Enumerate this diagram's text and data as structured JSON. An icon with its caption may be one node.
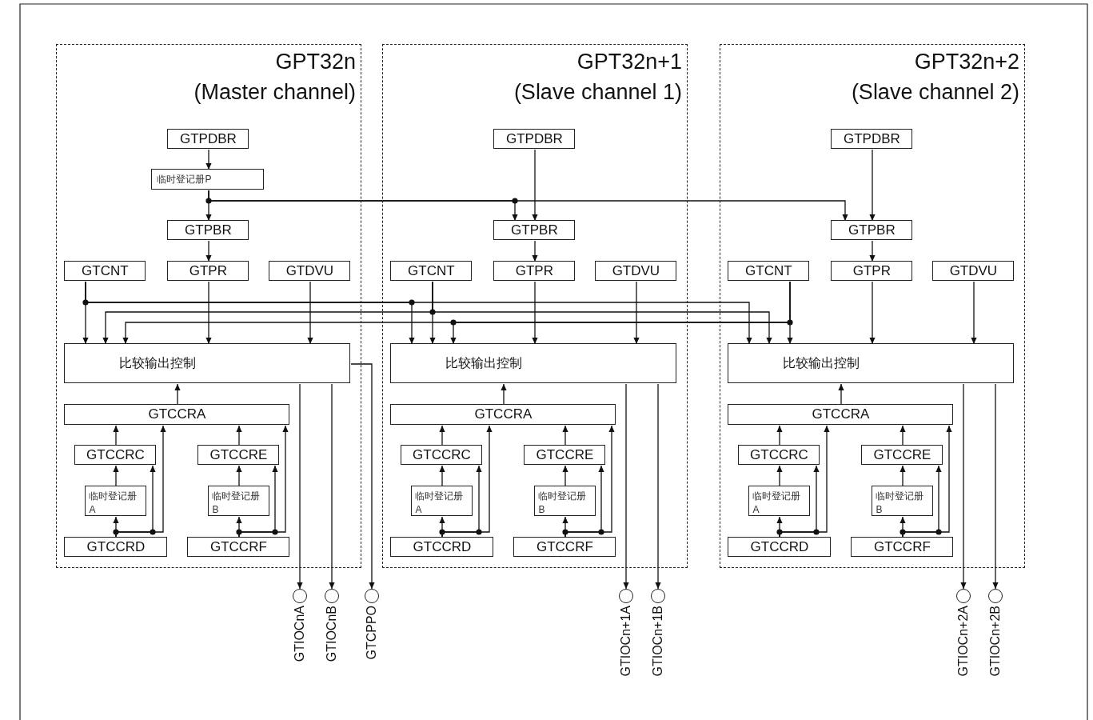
{
  "diagram": {
    "nodes": [
      {
        "text": [
          "GPT32n",
          "(Master channel)"
        ]
      },
      {
        "text": [
          "GTPDBR"
        ],
        "in": 0
      },
      {
        "text": [
          "临时登记册P"
        ],
        "in": 0
      },
      {
        "text": [
          "GTPBR"
        ],
        "in": 0
      },
      {
        "text": [
          "GTCNT"
        ],
        "in": 0
      },
      {
        "text": [
          "GTPR"
        ],
        "in": 0
      },
      {
        "text": [
          "GTDVU"
        ],
        "in": 0
      },
      {
        "text": [
          "比较输出控制"
        ],
        "in": 0
      },
      {
        "text": [
          "GTCCRA"
        ],
        "in": 0
      },
      {
        "text": [
          "GTCCRC"
        ],
        "in": 0
      },
      {
        "text": [
          "GTCCRE"
        ],
        "in": 0
      },
      {
        "text": [
          "临时登记册A"
        ],
        "in": 0
      },
      {
        "text": [
          "临时登记册B"
        ],
        "in": 0
      },
      {
        "text": [
          "GTCCRD"
        ],
        "in": 0
      },
      {
        "text": [
          "GTCCRF"
        ],
        "in": 0
      },
      {
        "text": [
          "GPT32n+1",
          "(Slave channel 1)"
        ]
      },
      {
        "text": [
          "GTPDBR"
        ],
        "in": 15
      },
      {
        "text": [
          "GTPBR"
        ],
        "in": 15
      },
      {
        "text": [
          "GTCNT"
        ],
        "in": 15
      },
      {
        "text": [
          "GTPR"
        ],
        "in": 15
      },
      {
        "text": [
          "GTDVU"
        ],
        "in": 15
      },
      {
        "text": [
          "比较输出控制"
        ],
        "in": 15
      },
      {
        "text": [
          "GTCCRA"
        ],
        "in": 15
      },
      {
        "text": [
          "GTCCRC"
        ],
        "in": 15
      },
      {
        "text": [
          "GTCCRE"
        ],
        "in": 15
      },
      {
        "text": [
          "临时登记册A"
        ],
        "in": 15
      },
      {
        "text": [
          "临时登记册B"
        ],
        "in": 15
      },
      {
        "text": [
          "GTCCRD"
        ],
        "in": 15
      },
      {
        "text": [
          "GTCCRF"
        ],
        "in": 15
      },
      {
        "text": [
          "GPT32n+2",
          "(Slave channel 2)"
        ]
      },
      {
        "text": [
          "GTPDBR"
        ],
        "in": 29
      },
      {
        "text": [
          "GTPBR"
        ],
        "in": 29
      },
      {
        "text": [
          "GTCNT"
        ],
        "in": 29
      },
      {
        "text": [
          "GTPR"
        ],
        "in": 29
      },
      {
        "text": [
          "GTDVU"
        ],
        "in": 29
      },
      {
        "text": [
          "比较输出控制"
        ],
        "in": 29
      },
      {
        "text": [
          "GTCCRA"
        ],
        "in": 29
      },
      {
        "text": [
          "GTCCRC"
        ],
        "in": 29
      },
      {
        "text": [
          "GTCCRE"
        ],
        "in": 29
      },
      {
        "text": [
          "临时登记册A"
        ],
        "in": 29
      },
      {
        "text": [
          "临时登记册B"
        ],
        "in": 29
      },
      {
        "text": [
          "GTCCRD"
        ],
        "in": 29
      },
      {
        "text": [
          "GTCCRF"
        ],
        "in": 29
      },
      {
        "text": [],
        "shape": "circle",
        "beside": [
          "GTIOCnA"
        ]
      },
      {
        "text": [],
        "shape": "circle",
        "beside": [
          "GTIOCnB"
        ]
      },
      {
        "text": [],
        "shape": "circle",
        "beside": [
          "GTCPPO"
        ]
      },
      {
        "text": [],
        "shape": "circle",
        "beside": [
          "GTIOCn+1A"
        ]
      },
      {
        "text": [],
        "shape": "circle",
        "beside": [
          "GTIOCn+1B"
        ]
      },
      {
        "text": [],
        "shape": "circle",
        "beside": [
          "GTIOCn+2A"
        ]
      },
      {
        "text": [],
        "shape": "circle",
        "beside": [
          "GTIOCn+2B"
        ]
      }
    ],
    "edges": [
      {
        "from": 1,
        "to": 2,
        "arrow": "to"
      },
      {
        "from": 2,
        "to": 3,
        "arrow": "to"
      },
      {
        "from": 2,
        "to": 17,
        "arrow": "to"
      },
      {
        "from": 2,
        "to": 31,
        "arrow": "to"
      },
      {
        "from": 3,
        "to": 5,
        "arrow": "to"
      },
      {
        "from": 5,
        "to": 7,
        "arrow": "to"
      },
      {
        "from": 6,
        "to": 7,
        "arrow": "to"
      },
      {
        "from": 4,
        "to": 7,
        "arrow": "to"
      },
      {
        "from": 4,
        "to": 21,
        "arrow": "to"
      },
      {
        "from": 4,
        "to": 35,
        "arrow": "to"
      },
      {
        "from": 8,
        "to": 7,
        "arrow": "to"
      },
      {
        "from": 9,
        "to": 8,
        "arrow": "to"
      },
      {
        "from": 10,
        "to": 8,
        "arrow": "to"
      },
      {
        "from": 11,
        "to": 9,
        "arrow": "to"
      },
      {
        "from": 12,
        "to": 10,
        "arrow": "to"
      },
      {
        "from": 13,
        "to": 11,
        "arrow": "to"
      },
      {
        "from": 13,
        "to": 9,
        "arrow": "to"
      },
      {
        "from": 13,
        "to": 8,
        "arrow": "to"
      },
      {
        "from": 14,
        "to": 12,
        "arrow": "to"
      },
      {
        "from": 14,
        "to": 10,
        "arrow": "to"
      },
      {
        "from": 14,
        "to": 8,
        "arrow": "to"
      },
      {
        "from": 7,
        "to": 43,
        "arrow": "to"
      },
      {
        "from": 7,
        "to": 44,
        "arrow": "to"
      },
      {
        "from": 7,
        "to": 45,
        "arrow": "to"
      },
      {
        "from": 16,
        "to": 17,
        "arrow": "to"
      },
      {
        "from": 17,
        "to": 19,
        "arrow": "to"
      },
      {
        "from": 19,
        "to": 21,
        "arrow": "to"
      },
      {
        "from": 20,
        "to": 21,
        "arrow": "to"
      },
      {
        "from": 18,
        "to": 21,
        "arrow": "to"
      },
      {
        "from": 18,
        "to": 7,
        "arrow": "to"
      },
      {
        "from": 18,
        "to": 35,
        "arrow": "to"
      },
      {
        "from": 22,
        "to": 21,
        "arrow": "to"
      },
      {
        "from": 23,
        "to": 22,
        "arrow": "to"
      },
      {
        "from": 24,
        "to": 22,
        "arrow": "to"
      },
      {
        "from": 25,
        "to": 23,
        "arrow": "to"
      },
      {
        "from": 26,
        "to": 24,
        "arrow": "to"
      },
      {
        "from": 27,
        "to": 25,
        "arrow": "to"
      },
      {
        "from": 27,
        "to": 23,
        "arrow": "to"
      },
      {
        "from": 27,
        "to": 22,
        "arrow": "to"
      },
      {
        "from": 28,
        "to": 26,
        "arrow": "to"
      },
      {
        "from": 28,
        "to": 24,
        "arrow": "to"
      },
      {
        "from": 28,
        "to": 22,
        "arrow": "to"
      },
      {
        "from": 21,
        "to": 46,
        "arrow": "to"
      },
      {
        "from": 21,
        "to": 47,
        "arrow": "to"
      },
      {
        "from": 30,
        "to": 31,
        "arrow": "to"
      },
      {
        "from": 31,
        "to": 33,
        "arrow": "to"
      },
      {
        "from": 33,
        "to": 35,
        "arrow": "to"
      },
      {
        "from": 34,
        "to": 35,
        "arrow": "to"
      },
      {
        "from": 32,
        "to": 35,
        "arrow": "to"
      },
      {
        "from": 32,
        "to": 21,
        "arrow": "to"
      },
      {
        "from": 32,
        "to": 7,
        "arrow": "to"
      },
      {
        "from": 36,
        "to": 35,
        "arrow": "to"
      },
      {
        "from": 37,
        "to": 36,
        "arrow": "to"
      },
      {
        "from": 38,
        "to": 36,
        "arrow": "to"
      },
      {
        "from": 39,
        "to": 37,
        "arrow": "to"
      },
      {
        "from": 40,
        "to": 38,
        "arrow": "to"
      },
      {
        "from": 41,
        "to": 39,
        "arrow": "to"
      },
      {
        "from": 41,
        "to": 37,
        "arrow": "to"
      },
      {
        "from": 41,
        "to": 36,
        "arrow": "to"
      },
      {
        "from": 42,
        "to": 40,
        "arrow": "to"
      },
      {
        "from": 42,
        "to": 38,
        "arrow": "to"
      },
      {
        "from": 42,
        "to": 36,
        "arrow": "to"
      },
      {
        "from": 35,
        "to": 48,
        "arrow": "to"
      },
      {
        "from": 35,
        "to": 49,
        "arrow": "to"
      }
    ]
  }
}
